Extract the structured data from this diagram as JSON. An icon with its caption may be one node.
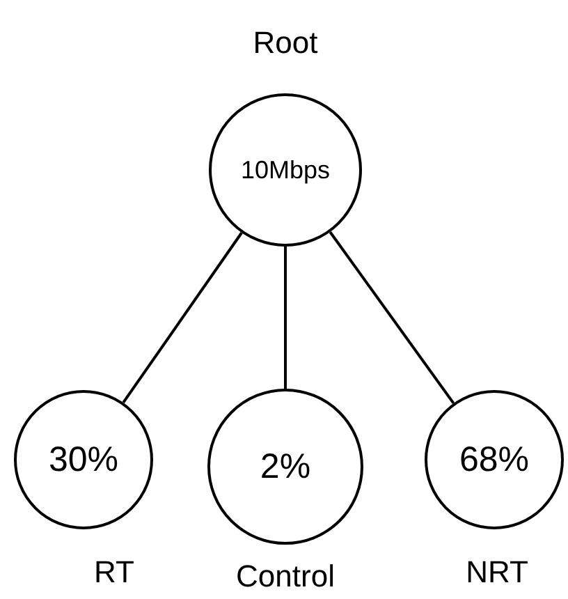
{
  "diagram": {
    "nodes": [
      {
        "text": [
          "10Mbps"
        ],
        "beside": [
          "Root"
        ]
      },
      {
        "text": [
          "30%"
        ],
        "beside": [
          "RT"
        ]
      },
      {
        "text": [
          "2%"
        ],
        "beside": [
          "Control"
        ]
      },
      {
        "text": [
          "68%"
        ],
        "beside": [
          "NRT"
        ]
      }
    ],
    "edges": [
      {
        "from": 0,
        "to": 1,
        "arrow": "none"
      },
      {
        "from": 0,
        "to": 2,
        "arrow": "none"
      },
      {
        "from": 0,
        "to": 3,
        "arrow": "none"
      }
    ]
  }
}
